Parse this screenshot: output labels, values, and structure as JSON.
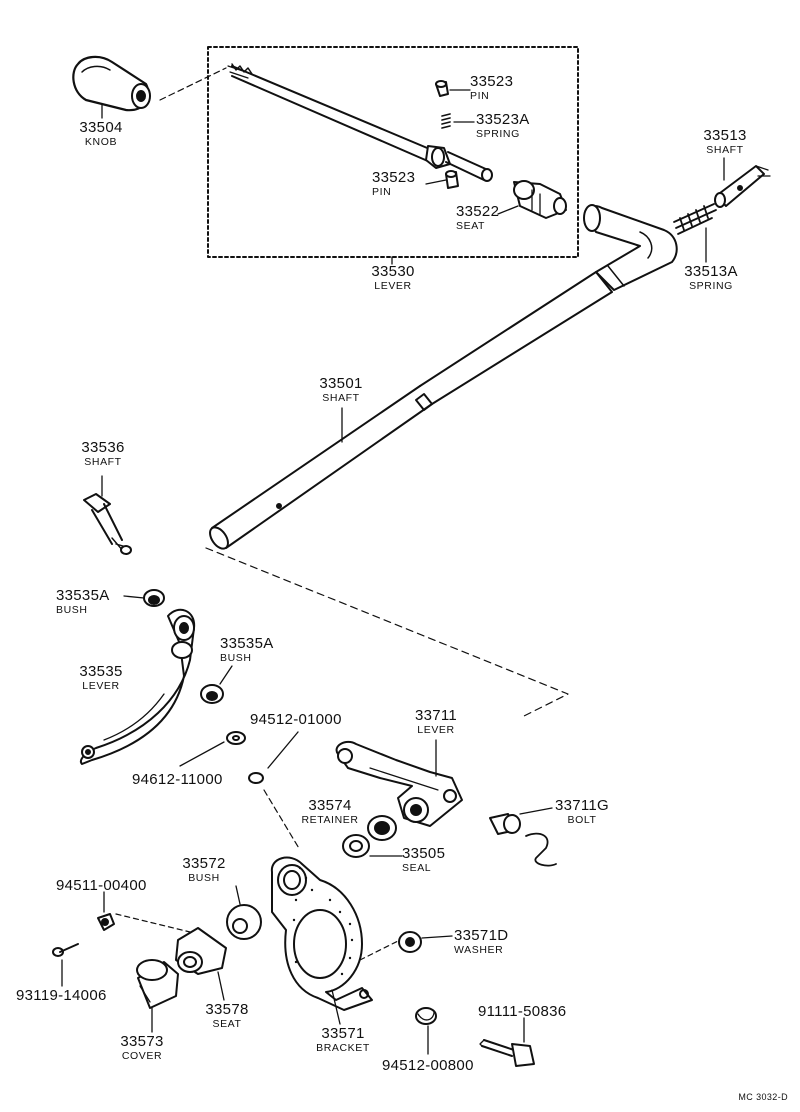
{
  "diagram": {
    "drawing_code": "MC 3032-D",
    "parts": {
      "knob": {
        "number": "33504",
        "name": "KNOB"
      },
      "pin_top": {
        "number": "33523",
        "name": "PIN"
      },
      "spring_small": {
        "number": "33523A",
        "name": "SPRING"
      },
      "pin_lower": {
        "number": "33523",
        "name": "PIN"
      },
      "seat_top": {
        "number": "33522",
        "name": "SEAT"
      },
      "lever_assy": {
        "number": "33530",
        "name": "LEVER"
      },
      "shaft_right": {
        "number": "33513",
        "name": "SHAFT"
      },
      "spring_right": {
        "number": "33513A",
        "name": "SPRING"
      },
      "main_shaft": {
        "number": "33501",
        "name": "SHAFT"
      },
      "shaft_left": {
        "number": "33536",
        "name": "SHAFT"
      },
      "bush_top": {
        "number": "33535A",
        "name": "BUSH"
      },
      "lever_curved": {
        "number": "33535",
        "name": "LEVER"
      },
      "bush_mid": {
        "number": "33535A",
        "name": "BUSH"
      },
      "washer_94512": {
        "number": "94512-01000",
        "name": ""
      },
      "washer_94612": {
        "number": "94612-11000",
        "name": ""
      },
      "lever_33711": {
        "number": "33711",
        "name": "LEVER"
      },
      "retainer": {
        "number": "33574",
        "name": "RETAINER"
      },
      "bolt_33711g": {
        "number": "33711G",
        "name": "BOLT"
      },
      "seal": {
        "number": "33505",
        "name": "SEAL"
      },
      "bush_33572": {
        "number": "33572",
        "name": "BUSH"
      },
      "nut_94511": {
        "number": "94511-00400",
        "name": ""
      },
      "washer_33571d": {
        "number": "33571D",
        "name": "WASHER"
      },
      "screw_93119": {
        "number": "93119-14006",
        "name": ""
      },
      "seat_33578": {
        "number": "33578",
        "name": "SEAT"
      },
      "cover": {
        "number": "33573",
        "name": "COVER"
      },
      "bracket": {
        "number": "33571",
        "name": "BRACKET"
      },
      "bolt_91111": {
        "number": "91111-50836",
        "name": ""
      },
      "washer_94512_008": {
        "number": "94512-00800",
        "name": ""
      }
    }
  }
}
